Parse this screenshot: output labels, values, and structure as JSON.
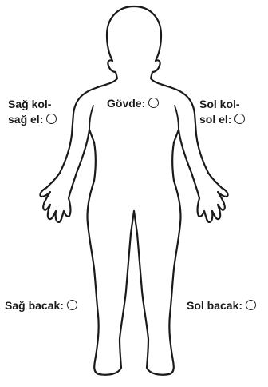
{
  "regions": {
    "torso": {
      "label": "Gövde:",
      "selected": false
    },
    "right_arm": {
      "label_line1": "Sağ kol-",
      "label_line2": "sağ el:",
      "selected": false
    },
    "left_arm": {
      "label_line1": "Sol kol-",
      "label_line2": "sol el:",
      "selected": false
    },
    "right_leg": {
      "label": "Sağ bacak:",
      "selected": false
    },
    "left_leg": {
      "label": "Sol bacak:",
      "selected": false
    }
  },
  "icons": {
    "figure": "human-body-outline",
    "radio": "radio-circle"
  },
  "colors": {
    "outline": "#1a1a1a",
    "background": "#ffffff"
  }
}
